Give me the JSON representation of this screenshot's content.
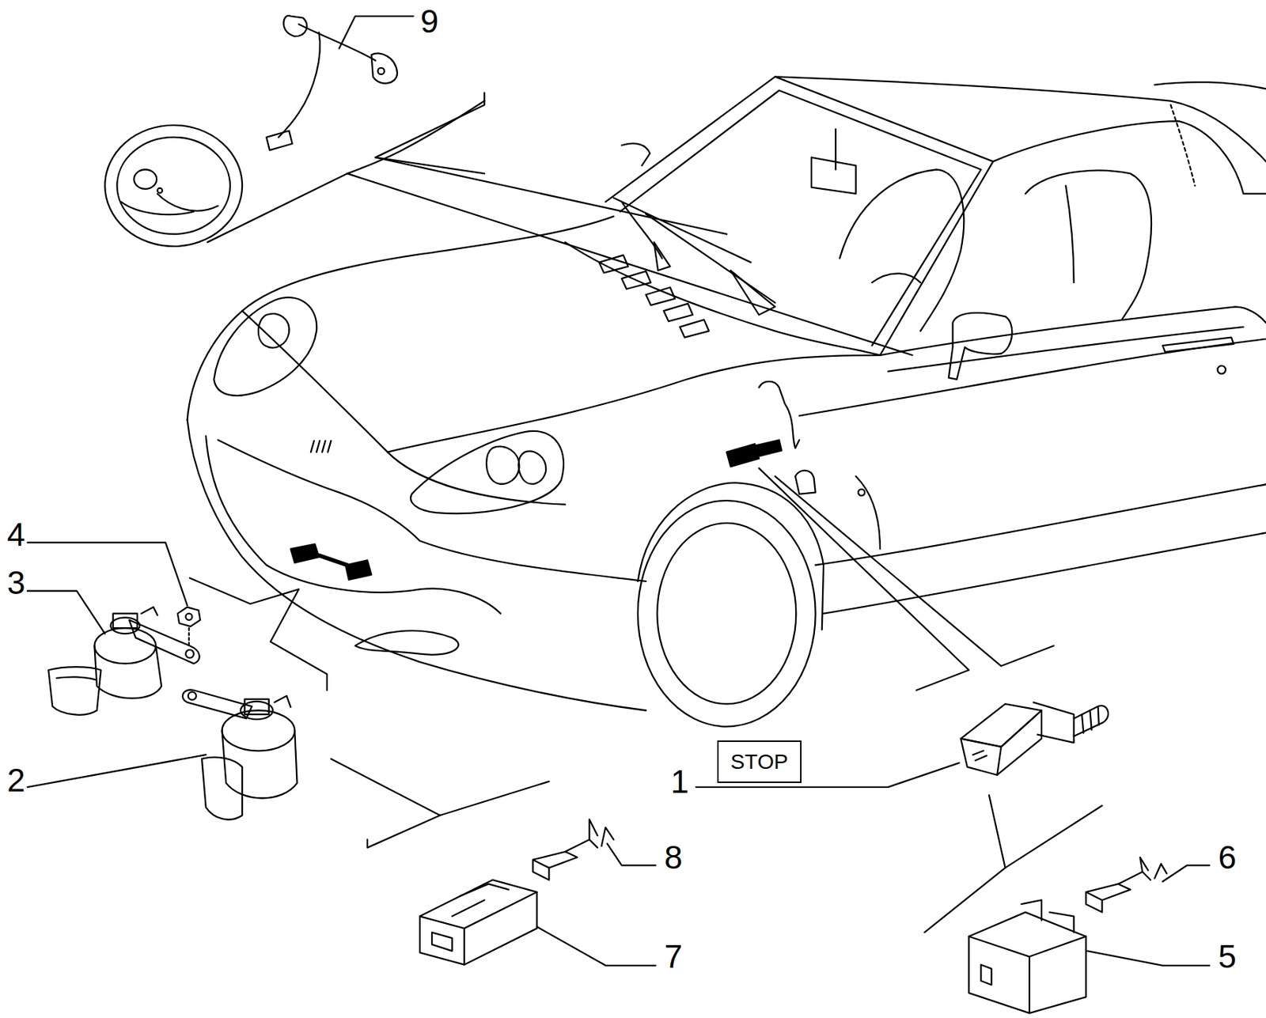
{
  "diagram": {
    "nodes": [
      {
        "text": [
          "STOP"
        ]
      }
    ],
    "labels": [
      "9",
      "4",
      "3",
      "2",
      "1",
      "8",
      "7",
      "6",
      "5"
    ]
  }
}
